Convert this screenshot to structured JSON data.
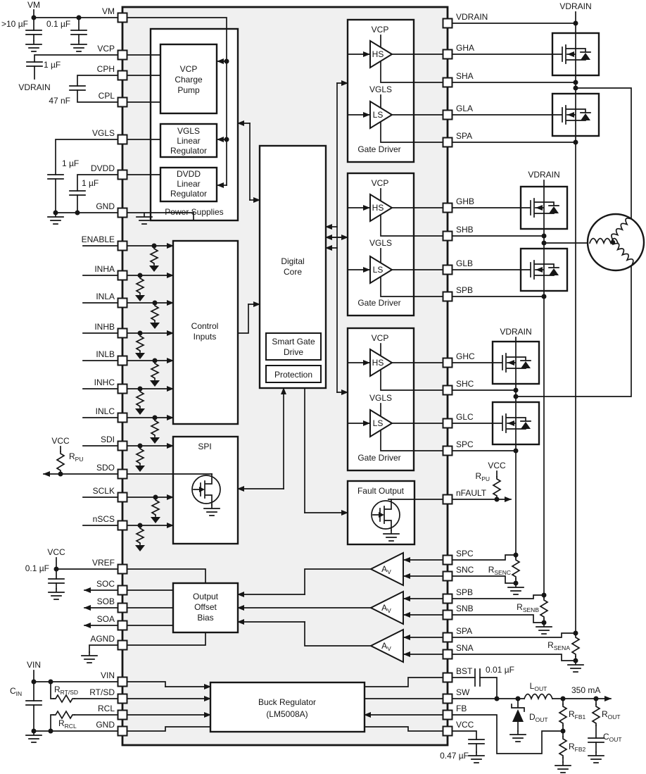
{
  "left_pins": [
    "VM",
    "VCP",
    "CPH",
    "CPL",
    "VGLS",
    "DVDD",
    "GND",
    "ENABLE",
    "INHA",
    "INLA",
    "INHB",
    "INLB",
    "INHC",
    "INLC",
    "SDI",
    "SDO",
    "SCLK",
    "nSCS",
    "VREF",
    "SOC",
    "SOB",
    "SOA",
    "AGND",
    "VIN",
    "RT/SD",
    "RCL",
    "GND"
  ],
  "right_pins": [
    "VDRAIN",
    "GHA",
    "SHA",
    "GLA",
    "SPA",
    "GHB",
    "SHB",
    "GLB",
    "SPB",
    "GHC",
    "SHC",
    "GLC",
    "SPC",
    "nFAULT",
    "SPC",
    "SNC",
    "SPB",
    "SNB",
    "SPA",
    "SNA",
    "BST",
    "SW",
    "FB",
    "VCC"
  ],
  "blocks": {
    "power_supplies": "Power Supplies",
    "vcp_charge_pump": [
      "VCP",
      "Charge",
      "Pump"
    ],
    "vgls_regulator": [
      "VGLS",
      "Linear",
      "Regulator"
    ],
    "dvdd_regulator": [
      "DVDD",
      "Linear",
      "Regulator"
    ],
    "control_inputs": [
      "Control",
      "Inputs"
    ],
    "digital_core": [
      "Digital",
      "Core"
    ],
    "smart_gate_drive": [
      "Smart Gate",
      "Drive"
    ],
    "protection": "Protection",
    "spi": "SPI",
    "output_offset_bias": [
      "Output",
      "Offset",
      "Bias"
    ],
    "buck_regulator": [
      "Buck Regulator",
      "(LM5008A)"
    ],
    "gate_driver": "Gate Driver",
    "fault_output": "Fault Output",
    "hs": "HS",
    "ls": "LS",
    "vcp_rail": "VCP",
    "vgls_rail": "VGLS",
    "amp": {
      "main": "A",
      "sub": "V"
    }
  },
  "nets": {
    "vm": "VM",
    "vcc": "VCC",
    "vin": "VIN",
    "vdrain": "VDRAIN",
    "current_350": "350 mA"
  },
  "components": {
    "cap_gt10uf": ">10 µF",
    "cap_0p1uf": "0.1 µF",
    "cap_1uf": "1 µF",
    "cap_47nf": "47 nF",
    "cap_0p01uf": "0.01 µF",
    "cap_0p47uf": "0.47 µF",
    "r_pu": {
      "main": "R",
      "sub": "PU"
    },
    "c_in": {
      "main": "C",
      "sub": "IN"
    },
    "r_rtsd": {
      "main": "R",
      "sub": "RT/SD"
    },
    "r_rcl": {
      "main": "R",
      "sub": "RCL"
    },
    "r_senc": {
      "main": "R",
      "sub": "SENC"
    },
    "r_senb": {
      "main": "R",
      "sub": "SENB"
    },
    "r_sena": {
      "main": "R",
      "sub": "SENA"
    },
    "l_out": {
      "main": "L",
      "sub": "OUT"
    },
    "d_out": {
      "main": "D",
      "sub": "OUT"
    },
    "r_fb1": {
      "main": "R",
      "sub": "FB1"
    },
    "r_fb2": {
      "main": "R",
      "sub": "FB2"
    },
    "r_out": {
      "main": "R",
      "sub": "OUT"
    },
    "c_out": {
      "main": "C",
      "sub": "OUT"
    }
  }
}
